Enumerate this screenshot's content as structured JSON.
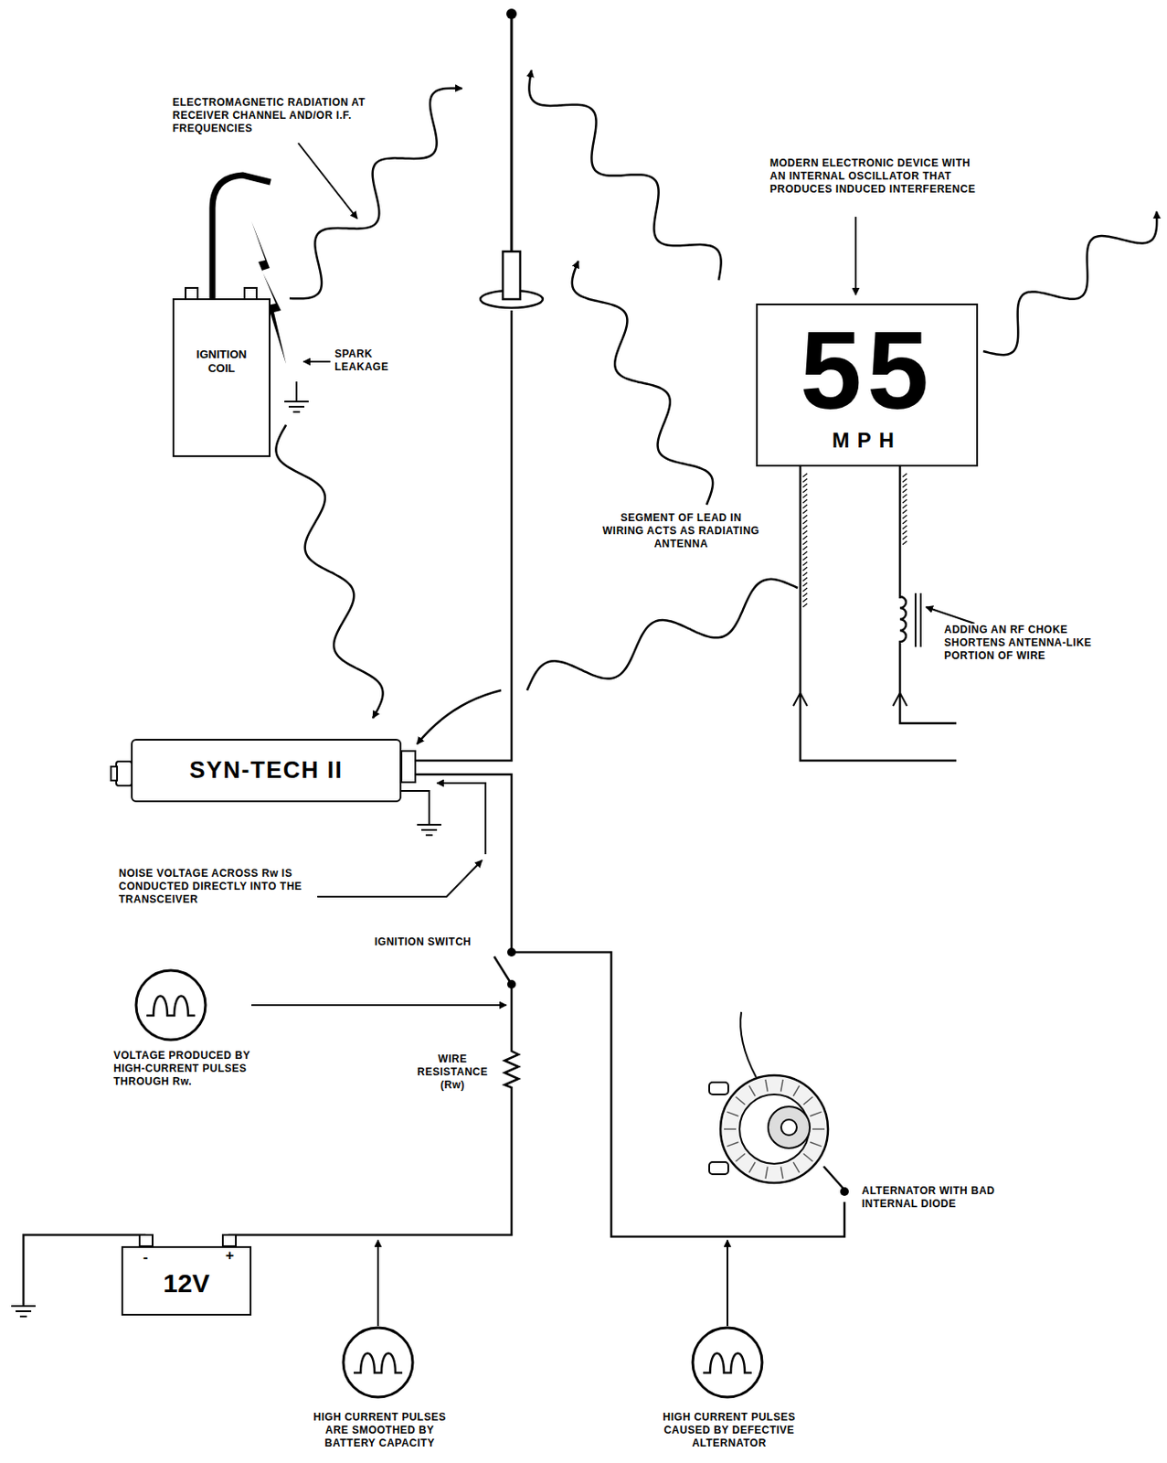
{
  "diagram": {
    "nodes": [
      {
        "text": [
          "IGNITION COIL"
        ]
      },
      {
        "text": [
          "55",
          "MPH"
        ]
      },
      {
        "text": [
          "SYN-TECH II"
        ]
      },
      {
        "text": [
          "12V"
        ]
      }
    ],
    "edges": [
      {
        "from": 3,
        "to": 2,
        "arrow": "none"
      }
    ],
    "labels": [
      "ELECTROMAGNETIC RADIATION AT RECEIVER CHANNEL AND/OR I.F. FREQUENCIES",
      "MODERN ELECTRONIC DEVICE WITH AN INTERNAL OSCILLATOR THAT PRODUCES INDUCED INTERFERENCE",
      "SPARK LEAKAGE",
      "SEGMENT OF LEAD IN WIRING ACTS AS RADIATING ANTENNA",
      "ADDING AN RF CHOKE SHORTENS ANTENNA-LIKE PORTION OF WIRE",
      "NOISE VOLTAGE ACROSS Rw IS CONDUCTED DIRECTLY INTO THE TRANSCEIVER",
      "IGNITION SWITCH",
      "VOLTAGE PRODUCED BY HIGH-CURRENT PULSES THROUGH Rw.",
      "WIRE RESISTANCE (Rw)",
      "ALTERNATOR WITH BAD INTERNAL DIODE",
      "-",
      "+",
      "HIGH CURRENT PULSES ARE SMOOTHED BY BATTERY CAPACITY",
      "HIGH CURRENT PULSES CAUSED BY DEFECTIVE ALTERNATOR"
    ]
  }
}
